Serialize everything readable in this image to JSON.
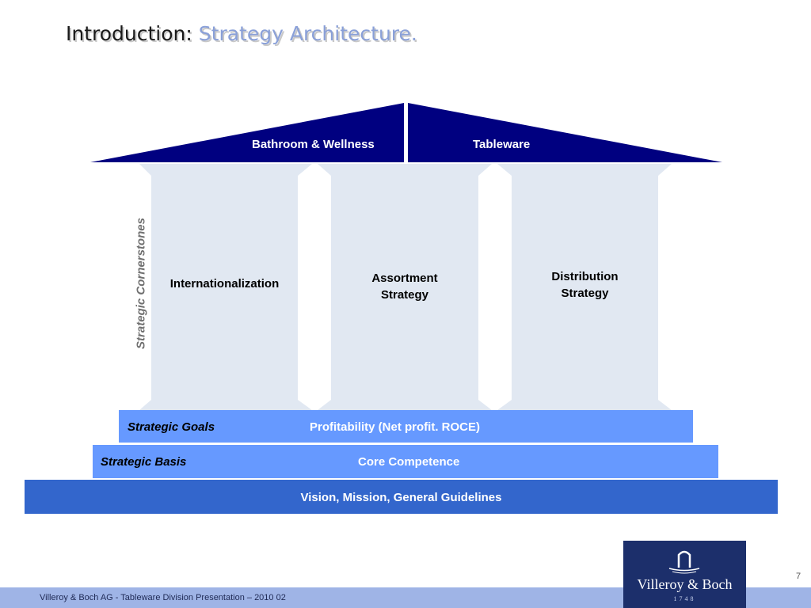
{
  "title": {
    "prefix": "Introduction:",
    "highlight": "Strategy Architecture."
  },
  "roof": {
    "left": "Bathroom & Wellness",
    "right": "Tableware"
  },
  "cornerstones_label": "Strategic Cornerstones",
  "pillars": [
    {
      "label": "Internationalization"
    },
    {
      "line1": "Assortment",
      "line2": "Strategy"
    },
    {
      "line1": "Distribution",
      "line2": "Strategy"
    }
  ],
  "goals": {
    "label": "Strategic Goals",
    "value": "Profitability (Net profit. ROCE)"
  },
  "basis": {
    "label": "Strategic Basis",
    "value": "Core Competence"
  },
  "foundation": {
    "value": "Vision, Mission, General Guidelines"
  },
  "footer": {
    "text": "Villeroy & Boch AG -  Tableware Division Presentation – 2010 02",
    "page": "7"
  },
  "logo": {
    "brand": "Villeroy & Boch",
    "year": "1748"
  },
  "colors": {
    "roof": "#000080",
    "pillar": "#e1e8f2",
    "goals": "#6699ff",
    "foundation": "#3366cc",
    "footer": "#9fb4e6"
  }
}
